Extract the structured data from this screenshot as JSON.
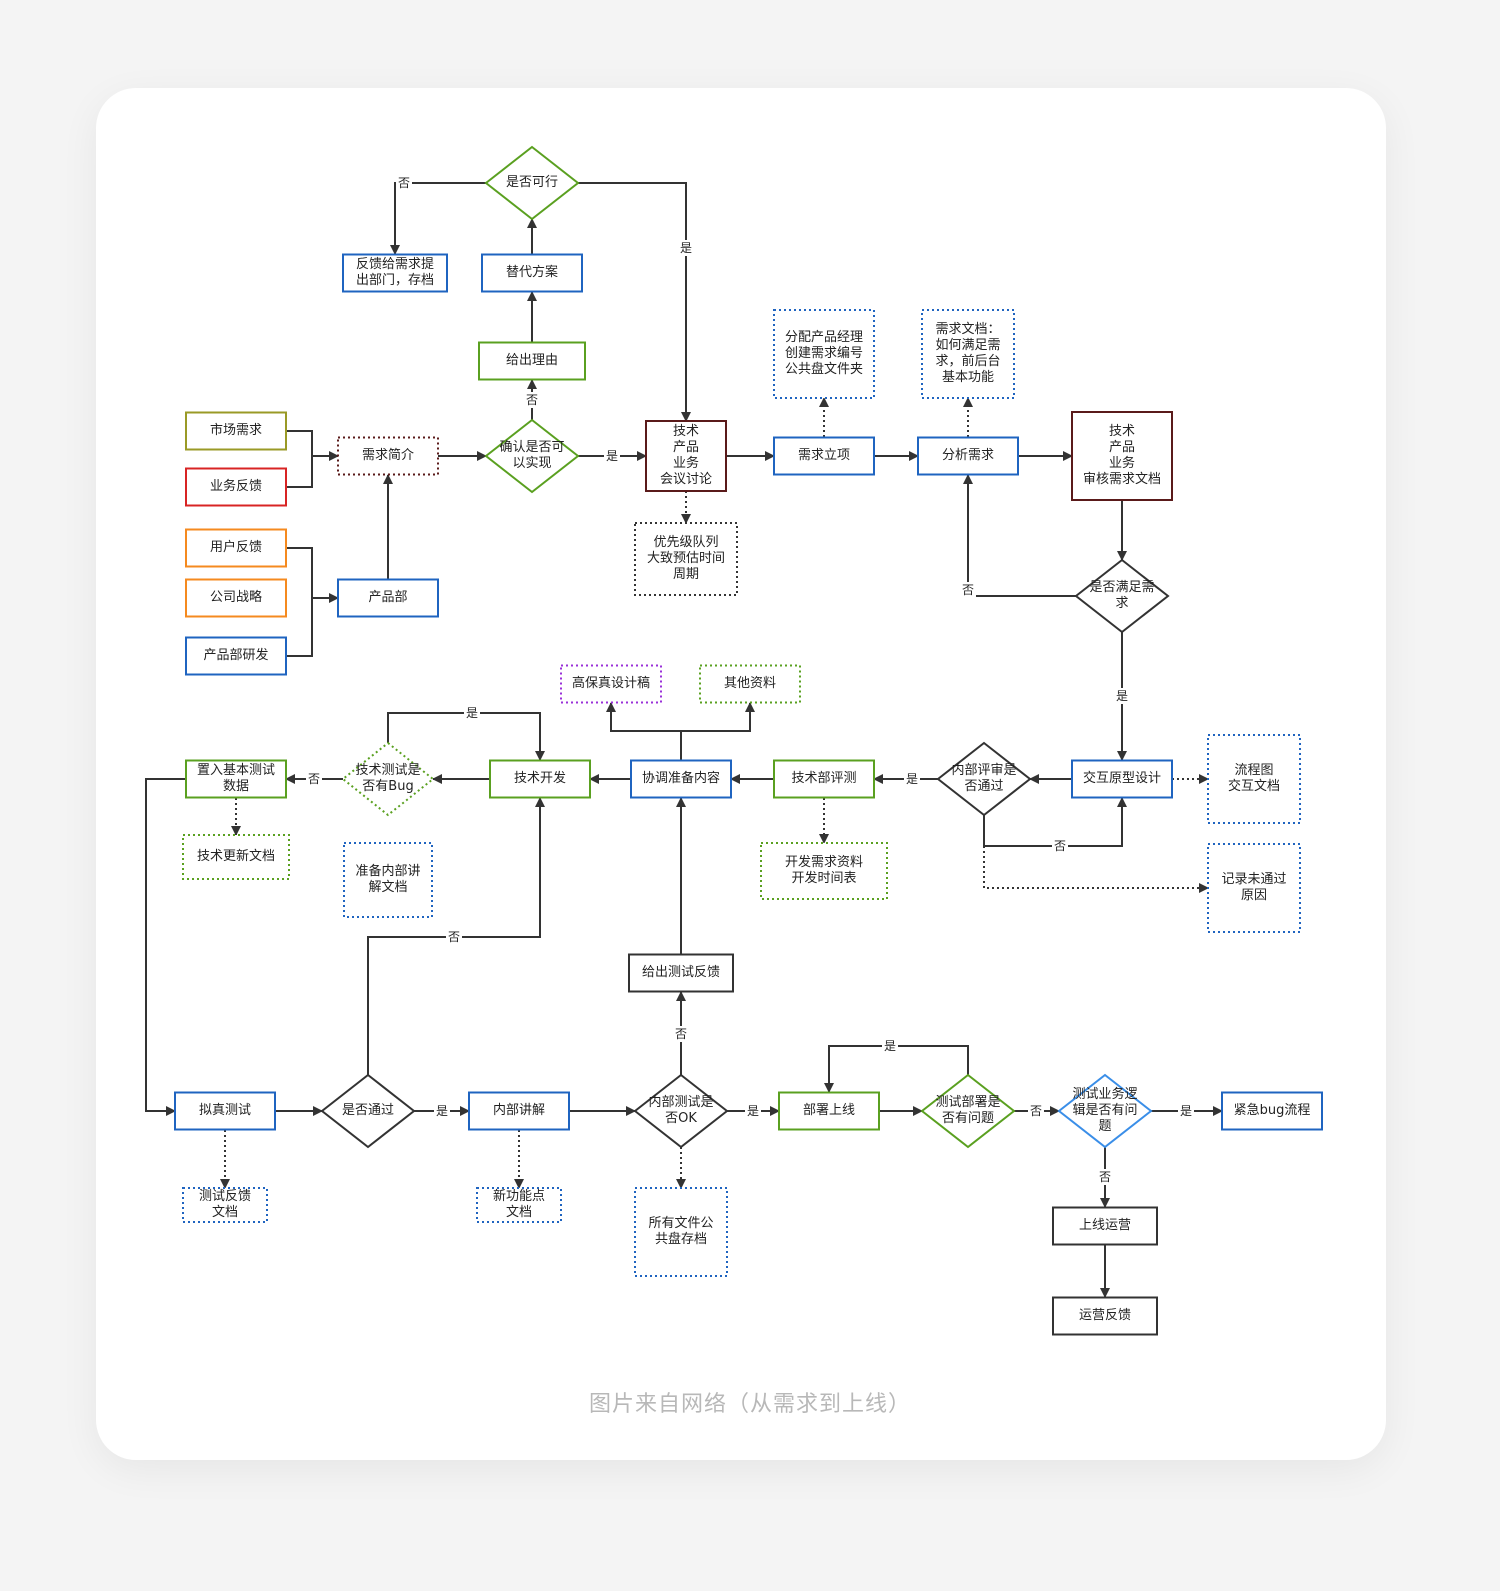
{
  "caption": "图片来自网络（从需求到上线）",
  "colors": {
    "olive": "#9a9a26",
    "red": "#d82424",
    "orange": "#f58a1f",
    "blue": "#1f64c0",
    "green": "#5aa020",
    "darkred": "#5a1a1a",
    "purple": "#9a30d8",
    "black": "#333333",
    "lightblue": "#3a8ee8"
  },
  "nodes": {
    "market": {
      "label": "市场需求",
      "color": "olive"
    },
    "bizfeedback": {
      "label": "业务反馈",
      "color": "red"
    },
    "userfeedback": {
      "label": "用户反馈",
      "color": "orange"
    },
    "strategy": {
      "label": "公司战略",
      "color": "orange"
    },
    "rnd": {
      "label": "产品部研发",
      "color": "blue"
    },
    "intro": {
      "label": "需求简介",
      "color": "darkred"
    },
    "product": {
      "label": "产品部",
      "color": "blue"
    },
    "confirm": {
      "label": "确认是否可\n以实现",
      "color": "green"
    },
    "reason": {
      "label": "给出理由",
      "color": "green"
    },
    "alt": {
      "label": "替代方案",
      "color": "blue"
    },
    "feasible": {
      "label": "是否可行",
      "color": "green"
    },
    "feedbackdept": {
      "label": "反馈给需求提\n出部门，存档",
      "color": "blue"
    },
    "meeting": {
      "label": "技术\n产品\n业务\n会议讨论",
      "color": "darkred"
    },
    "priority": {
      "label": "优先级队列\n大致预估时间\n周期",
      "color": "black"
    },
    "approval": {
      "label": "需求立项",
      "color": "blue"
    },
    "assign": {
      "label": "分配产品经理\n创建需求编号\n公共盘文件夹",
      "color": "blue"
    },
    "analysis": {
      "label": "分析需求",
      "color": "blue"
    },
    "reqdoc": {
      "label": "需求文档：\n如何满足需\n求，前后台\n基本功能",
      "color": "blue"
    },
    "review": {
      "label": "技术\n产品\n业务\n审核需求文档",
      "color": "darkred"
    },
    "meets": {
      "label": "是否满足需\n求",
      "color": "black"
    },
    "proto": {
      "label": "交互原型设计",
      "color": "blue"
    },
    "flowdoc": {
      "label": "流程图\n交互文档",
      "color": "blue"
    },
    "internalreview": {
      "label": "内部评审是\n否通过",
      "color": "black"
    },
    "record": {
      "label": "记录未通过\n原因",
      "color": "blue"
    },
    "techeval": {
      "label": "技术部评测",
      "color": "green"
    },
    "devmaterial": {
      "label": "开发需求资料\n开发时间表",
      "color": "green"
    },
    "coord": {
      "label": "协调准备内容",
      "color": "blue"
    },
    "hifi": {
      "label": "高保真设计稿",
      "color": "purple"
    },
    "other": {
      "label": "其他资料",
      "color": "green"
    },
    "dev": {
      "label": "技术开发",
      "color": "green"
    },
    "techtest": {
      "label": "技术测试是\n否有Bug",
      "color": "green"
    },
    "testdata": {
      "label": "置入基本测试\n数据",
      "color": "green"
    },
    "techdoc": {
      "label": "技术更新文档",
      "color": "green"
    },
    "prepdoc": {
      "label": "准备内部讲\n解文档",
      "color": "blue"
    },
    "simtest": {
      "label": "拟真测试",
      "color": "blue"
    },
    "passed": {
      "label": "是否通过",
      "color": "black"
    },
    "testfb": {
      "label": "测试反馈\n文档",
      "color": "blue"
    },
    "explain": {
      "label": "内部讲解",
      "color": "blue"
    },
    "newfeat": {
      "label": "新功能点\n文档",
      "color": "blue"
    },
    "internaltest": {
      "label": "内部测试是\n否OK",
      "color": "black"
    },
    "allfiles": {
      "label": "所有文件公\n共盘存档",
      "color": "blue"
    },
    "givefb": {
      "label": "给出测试反馈",
      "color": "black"
    },
    "deploy": {
      "label": "部署上线",
      "color": "green"
    },
    "deployissue": {
      "label": "测试部署是\n否有问题",
      "color": "green"
    },
    "logic": {
      "label": "测试业务逻\n辑是否有问\n题",
      "color": "lightblue"
    },
    "urgent": {
      "label": "紧急bug流程",
      "color": "blue"
    },
    "ops": {
      "label": "上线运营",
      "color": "black"
    },
    "opsfb": {
      "label": "运营反馈",
      "color": "black"
    }
  },
  "edge_labels": {
    "yes": "是",
    "no": "否"
  }
}
